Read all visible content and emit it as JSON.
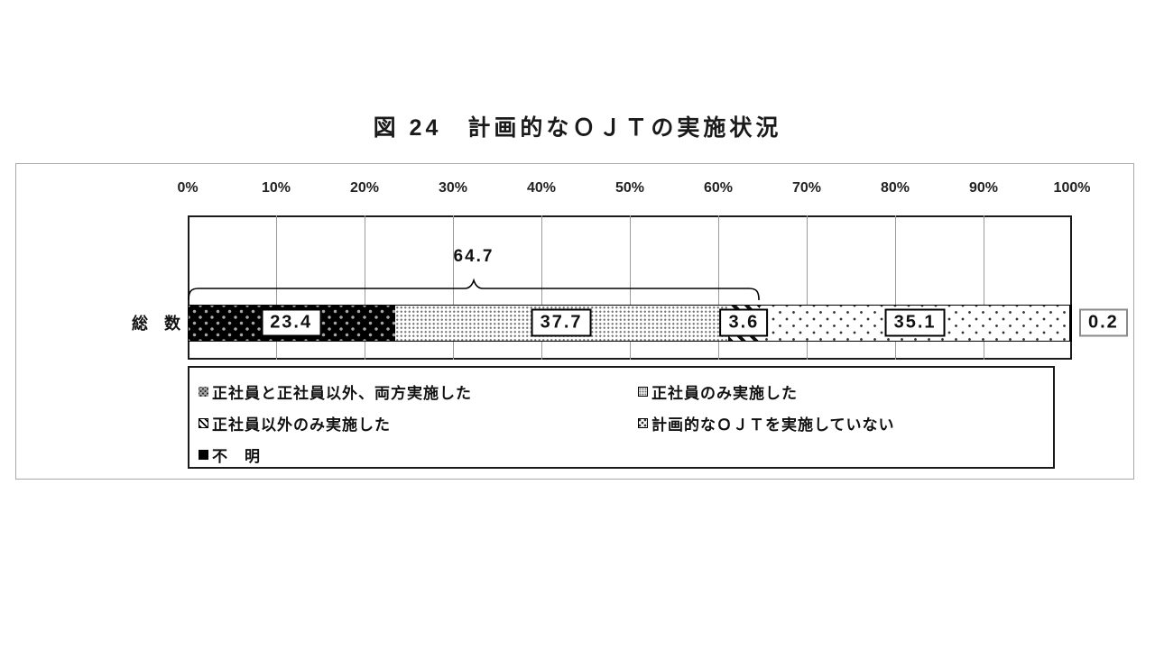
{
  "title": "図 24　計画的なＯＪＴの実施状況",
  "chart_data": {
    "type": "bar",
    "orientation": "horizontal",
    "stacked": true,
    "title": "図 24　計画的なＯＪＴの実施状況",
    "categories": [
      "総　数"
    ],
    "series": [
      {
        "name": "正社員と正社員以外、両方実施した",
        "pattern": "black-dots",
        "values": [
          23.4
        ]
      },
      {
        "name": "正社員のみ実施した",
        "pattern": "dense-dots",
        "values": [
          37.7
        ]
      },
      {
        "name": "正社員以外のみ実施した",
        "pattern": "diagonal-stripes",
        "values": [
          3.6
        ]
      },
      {
        "name": "計画的なＯＪＴを実施していない",
        "pattern": "sparse-dots",
        "values": [
          35.1
        ]
      },
      {
        "name": "不　明",
        "pattern": "solid-black",
        "values": [
          0.2
        ]
      }
    ],
    "value_labels": [
      "23.4",
      "37.7",
      "3.6",
      "35.1",
      "0.2"
    ],
    "x_axis": {
      "min": 0,
      "max": 100,
      "ticks": [
        "0%",
        "10%",
        "20%",
        "30%",
        "40%",
        "50%",
        "60%",
        "70%",
        "80%",
        "90%",
        "100%"
      ]
    },
    "annotation": {
      "label": "64.7",
      "span_from": 0,
      "span_to": 64.7
    },
    "grid": true,
    "legend_position": "bottom",
    "colors": {
      "ink": "#000000",
      "grid": "#9a9a9a",
      "frame": "#a9a9a9",
      "background": "#ffffff"
    }
  }
}
